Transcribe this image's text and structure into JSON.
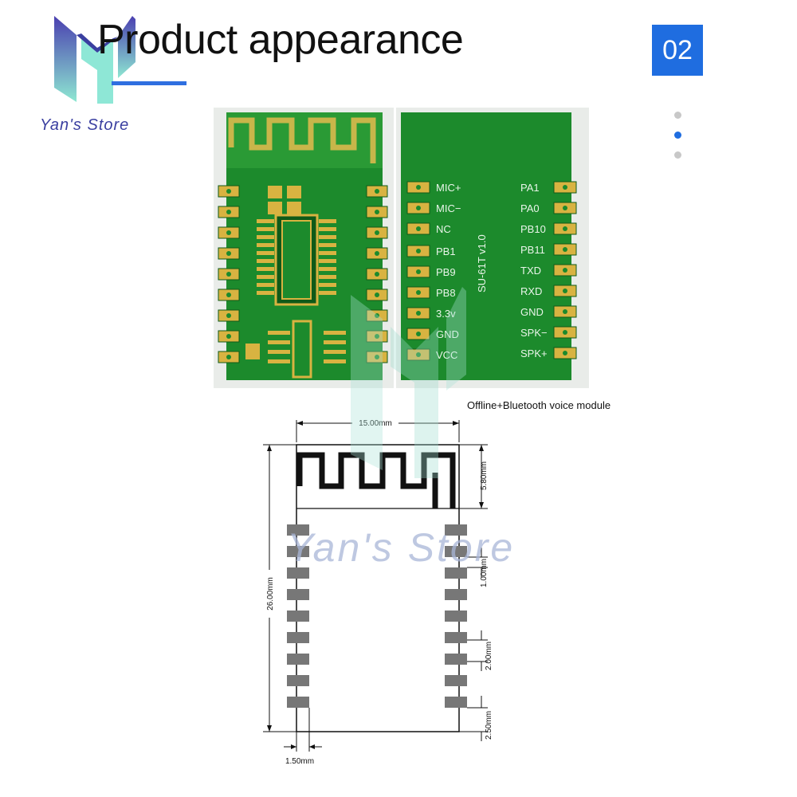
{
  "header": {
    "title": "Product appearance",
    "brand": "Yan's Store",
    "page_number": "02"
  },
  "pager": {
    "total": 3,
    "active_index": 1
  },
  "pcb_front": {
    "description_icon": "pcb-front-image"
  },
  "pcb_back": {
    "left_pins": [
      "MIC+",
      "MIC−",
      "NC",
      "PB1",
      "PB9",
      "PB8",
      "3.3v",
      "GND",
      "VCC"
    ],
    "right_pins": [
      "PA1",
      "PA0",
      "PB10",
      "PB11",
      "TXD",
      "RXD",
      "GND",
      "SPK−",
      "SPK+"
    ],
    "model_text": "SU-61T v1.0"
  },
  "module_label": "Offline+Bluetooth voice module",
  "dimensions": {
    "width": "15.00mm",
    "height": "26.00mm",
    "antenna": "5.80mm",
    "pad_width": "1.00mm",
    "pitch": "2.00mm",
    "bottom": "2.50mm",
    "pad_offset": "1.50mm"
  },
  "watermark": "Yan's Store",
  "colors": {
    "accent": "#1f6de0",
    "pcb_green": "#1c8a2c",
    "pad_gold": "#d8b341",
    "brand_purple": "#3a3fa0",
    "logo_teal": "#7fe3d0"
  }
}
